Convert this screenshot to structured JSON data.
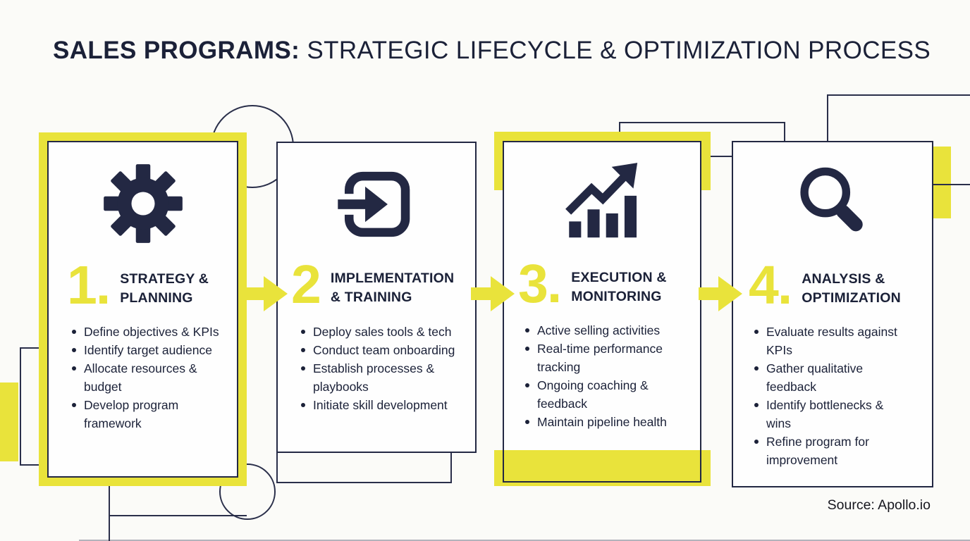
{
  "page": {
    "title_bold": "SALES PROGRAMS:",
    "title_rest": " STRATEGIC LIFECYCLE & OPTIMIZATION PROCESS",
    "source": "Source: Apollo.io"
  },
  "colors": {
    "navy": "#232843",
    "yellow": "#e9e33b",
    "background": "#fbfbf8"
  },
  "steps": [
    {
      "number": "1.",
      "icon": "gear-icon",
      "title_line1": "STRATEGY &",
      "title_line2": "PLANNING",
      "bullets": [
        "Define objectives & KPIs",
        "Identify target audience",
        "Allocate resources & budget",
        "Develop program framework"
      ]
    },
    {
      "number": "2",
      "icon": "arrow-into-box-icon",
      "title_line1": "IMPLEMENTATION",
      "title_line2": "& TRAINING",
      "bullets": [
        "Deploy sales tools & tech",
        "Conduct team onboarding",
        "Establish processes & playbooks",
        "Initiate skill development"
      ]
    },
    {
      "number": "3.",
      "icon": "growth-chart-icon",
      "title_line1": "EXECUTION &",
      "title_line2": "MONITORING",
      "bullets": [
        "Active selling activities",
        "Real-time performance tracking",
        "Ongoing coaching & feedback",
        "Maintain pipeline health"
      ]
    },
    {
      "number": "4.",
      "icon": "magnifying-glass-icon",
      "title_line1": "ANALYSIS &",
      "title_line2": "OPTIMIZATION",
      "bullets": [
        "Evaluate results against KPIs",
        "Gather qualitative feedback",
        "Identify bottlenecks & wins",
        "Refine program for improvement"
      ]
    }
  ]
}
